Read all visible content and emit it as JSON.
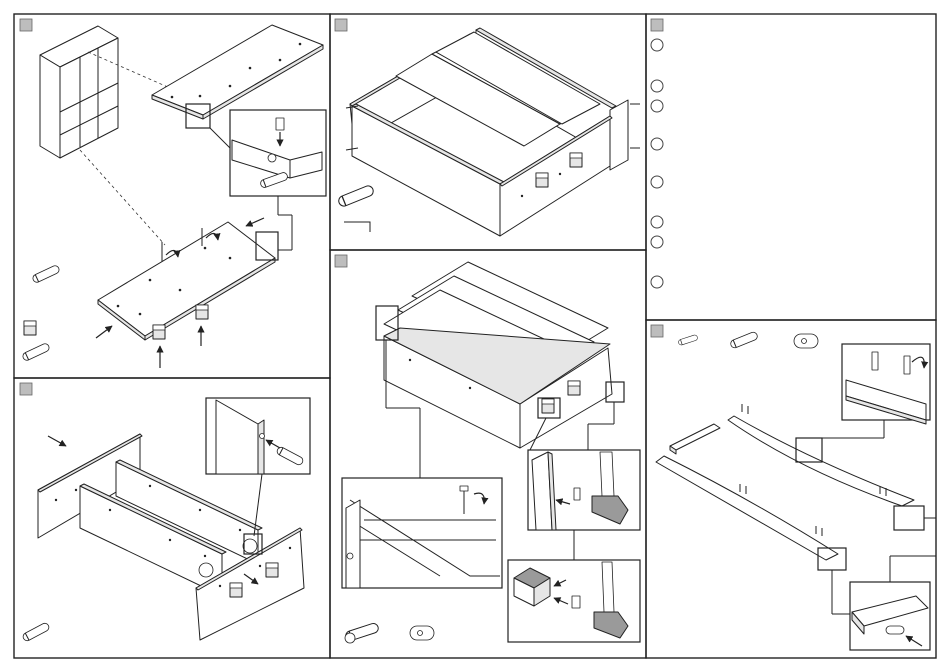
{
  "sheet": {
    "colors": {
      "outline": "#222222",
      "step_marker": "#bdbdbd",
      "edge_shade": "#e6e6e6"
    },
    "panels": [
      {
        "id": "panel-top-left",
        "step_marker": true
      },
      {
        "id": "panel-bottom-left",
        "step_marker": true
      },
      {
        "id": "panel-top-middle",
        "step_marker": true
      },
      {
        "id": "panel-bottom-middle",
        "step_marker": true
      },
      {
        "id": "panel-top-right",
        "step_marker": true,
        "bullet_count": 8
      },
      {
        "id": "panel-bottom-right",
        "step_marker": true
      }
    ],
    "icons": [
      "dowel-icon",
      "cam-bolt-icon",
      "cam-lock-icon",
      "allen-key-icon",
      "screwdriver-icon",
      "hammer-icon",
      "rotate-arrow-icon",
      "screw-icon",
      "clip-icon"
    ]
  }
}
